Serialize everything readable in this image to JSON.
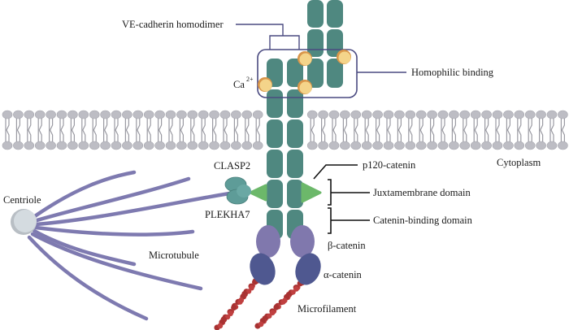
{
  "diagram": {
    "title": "VE-cadherin adherens junction schematic",
    "colors": {
      "cadherin": "#4f8880",
      "calcium_fill": "#f4d48a",
      "calcium_rim": "#d9964a",
      "binding_box": "#4a4a80",
      "membrane_head": "#bdbdc4",
      "membrane_tail": "#9a9aa2",
      "p120": "#6cb86a",
      "clasp_plekha": "#5e9c98",
      "beta_catenin": "#8078ad",
      "alpha_catenin": "#4f5890",
      "microfilament": "#a83232",
      "microtubule": "#7e7ab0",
      "centriole": "#cfd6dc",
      "leader": "#111111"
    },
    "labels": {
      "ve_cadherin_homodimer": "VE-cadherin homodimer",
      "homophilic_binding": "Homophilic binding",
      "calcium": "Ca",
      "calcium_charge": "2+",
      "cytoplasm": "Cytoplasm",
      "clasp2": "CLASP2",
      "plekha7": "PLEKHA7",
      "p120_catenin": "p120-catenin",
      "juxtamembrane_domain": "Juxtamembrane domain",
      "catenin_binding_domain": "Catenin-binding domain",
      "beta_catenin": "β-catenin",
      "alpha_catenin": "α-catenin",
      "microfilament": "Microfilament",
      "microtubule": "Microtubule",
      "centriole": "Centriole"
    }
  }
}
